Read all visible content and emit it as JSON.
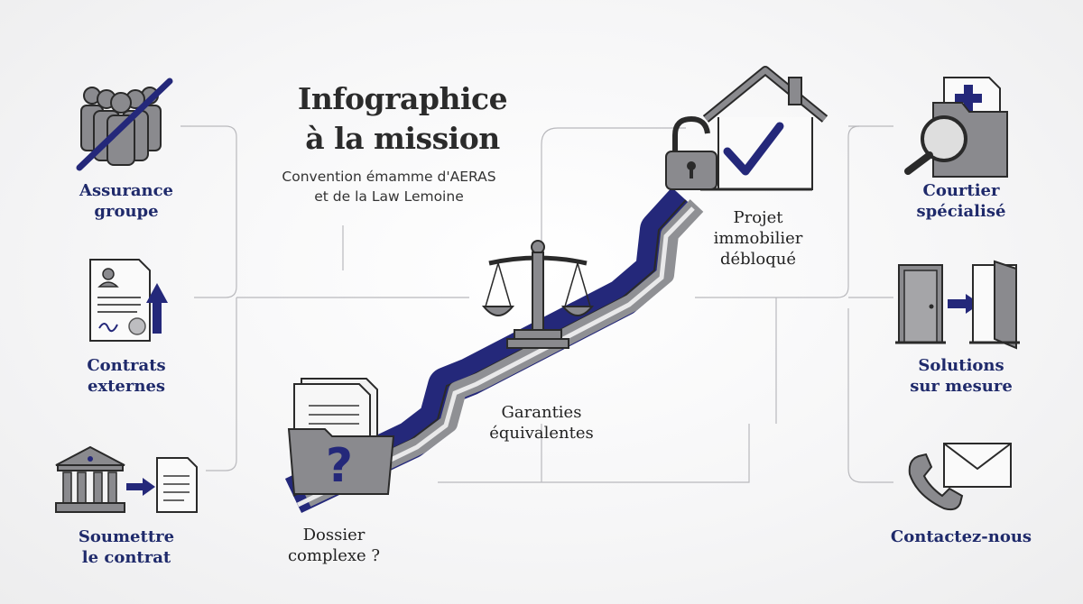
{
  "title": {
    "line1": "Infographice",
    "line2": "à la mission"
  },
  "subtitle": {
    "line1": "Convention émamme d'AERAS",
    "line2": "et de la Law Lemoine"
  },
  "left_items": [
    {
      "line1": "Assurance",
      "line2": "groupe",
      "icon": "crossed-out-group-icon"
    },
    {
      "line1": "Contrats",
      "line2": "externes",
      "icon": "contract-arrow-up-icon"
    },
    {
      "line1": "Soumettre",
      "line2": "le contrat",
      "icon": "bank-to-document-icon"
    }
  ],
  "steps": [
    {
      "line1": "Dossier",
      "line2": "complexe ?",
      "icon": "folder-question-icon"
    },
    {
      "line1": "Garanties",
      "line2": "équivalentes",
      "icon": "scales-icon"
    },
    {
      "line1": "Projet",
      "line2": "immobilier",
      "line3": "débloqué",
      "icon": "house-check-unlock-icon"
    }
  ],
  "right_items": [
    {
      "line1": "Courtier",
      "line2": "spécialisé",
      "icon": "magnifier-medical-folder-icon"
    },
    {
      "line1": "Solutions",
      "line2": "sur mesure",
      "icon": "door-arrow-icon"
    },
    {
      "line1": "Contactez-nous",
      "icon": "phone-mail-icon"
    }
  ],
  "colors": {
    "navy": "#24287a",
    "gray": "#8a8a8e",
    "text_navy": "#1f2a6b"
  }
}
